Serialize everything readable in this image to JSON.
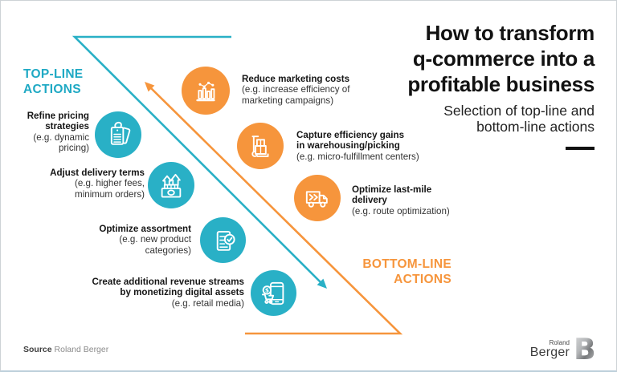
{
  "header": {
    "title_lines": [
      "How to transform",
      "q-commerce into a",
      "profitable business"
    ],
    "subtitle_lines": [
      "Selection of top-line and",
      "bottom-line actions"
    ]
  },
  "sections": {
    "top_line": {
      "label_lines": [
        "TOP-LINE",
        "ACTIONS"
      ],
      "color": "#29B0C6"
    },
    "bottom_line": {
      "label_lines": [
        "BOTTOM-LINE",
        "ACTIONS"
      ],
      "color": "#F6953C"
    }
  },
  "actions": {
    "top_line": [
      {
        "icon": "price-tags-icon",
        "title_lines": [
          "Refine pricing",
          "strategies"
        ],
        "detail_lines": [
          "(e.g. dynamic",
          "pricing)"
        ]
      },
      {
        "icon": "banknote-growth-icon",
        "title_lines": [
          "Adjust delivery terms"
        ],
        "detail_lines": [
          "(e.g. higher fees,",
          "minimum orders)"
        ]
      },
      {
        "icon": "checklist-icon",
        "title_lines": [
          "Optimize assortment"
        ],
        "detail_lines": [
          "(e.g. new product",
          "categories)"
        ]
      },
      {
        "icon": "mobile-monetization-icon",
        "title_lines": [
          "Create additional revenue streams",
          "by monetizing digital assets"
        ],
        "detail_lines": [
          "(e.g. retail media)"
        ]
      }
    ],
    "bottom_line": [
      {
        "icon": "marketing-chart-icon",
        "title_lines": [
          "Reduce marketing costs"
        ],
        "detail_lines": [
          "(e.g. increase efficiency of",
          "marketing campaigns)"
        ]
      },
      {
        "icon": "hand-truck-icon",
        "title_lines": [
          "Capture efficiency gains",
          "in warehousing/picking"
        ],
        "detail_lines": [
          "(e.g. micro-fulfillment centers)"
        ]
      },
      {
        "icon": "delivery-truck-icon",
        "title_lines": [
          "Optimize last-mile",
          "delivery"
        ],
        "detail_lines": [
          "(e.g. route optimization)"
        ]
      }
    ]
  },
  "footer": {
    "source_label": "Source",
    "source_value": "Roland Berger"
  },
  "logo": {
    "line1": "Roland",
    "line2": "Berger",
    "monogram": "B"
  },
  "colors": {
    "teal": "#29B0C6",
    "orange": "#F6953C",
    "title_text": "#121212"
  }
}
